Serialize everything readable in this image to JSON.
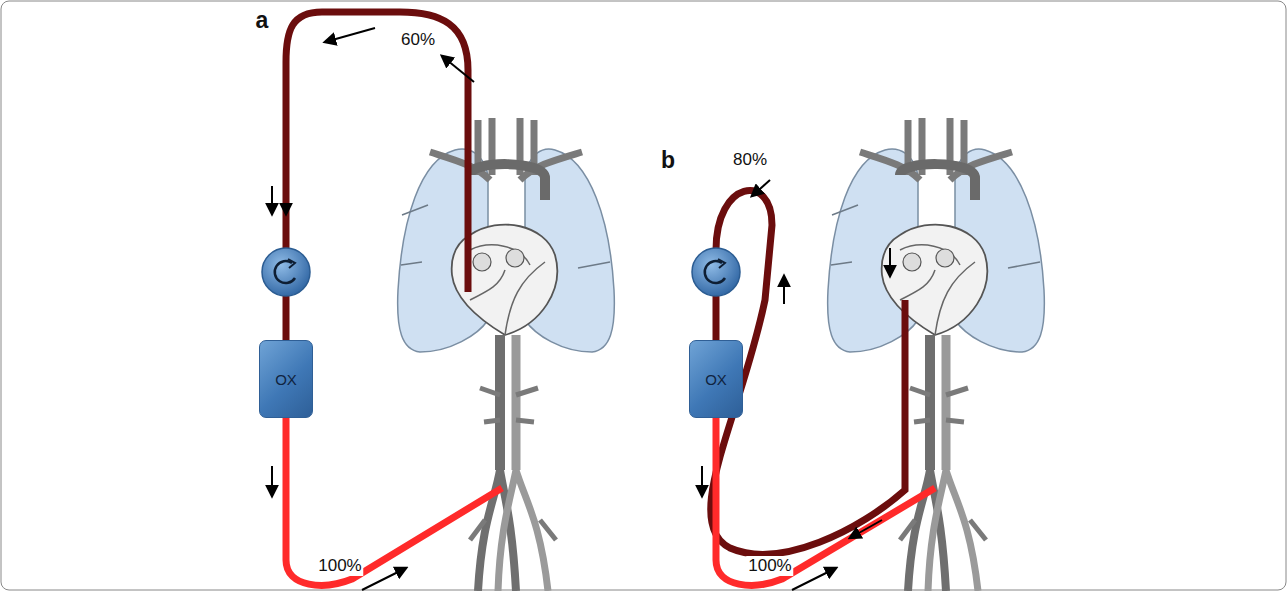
{
  "diagram": {
    "nodes": [
      {
        "text": [
          "OX"
        ]
      },
      {
        "text": [
          "OX"
        ]
      }
    ],
    "labels": [
      "a",
      "60%",
      "100%",
      "b",
      "80%",
      "100%"
    ]
  }
}
